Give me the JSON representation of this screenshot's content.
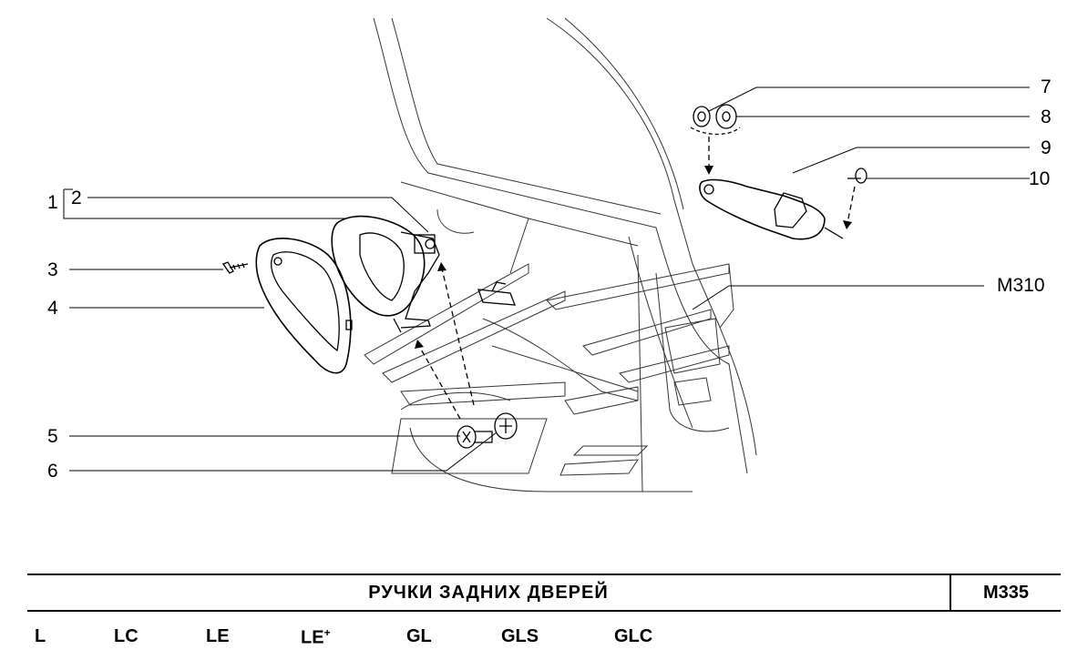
{
  "callouts": {
    "c1": "1",
    "c2": "2",
    "c3": "3",
    "c4": "4",
    "c5": "5",
    "c6": "6",
    "c7": "7",
    "c8": "8",
    "c9": "9",
    "c10": "10",
    "ref": "M310"
  },
  "title": "РУЧКИ  ЗАДНИХ  ДВЕРЕЙ",
  "code": "M335",
  "trims": [
    "L",
    "LC",
    "LE",
    "LE",
    "GL",
    "GLS",
    "GLC"
  ],
  "trim_plus": "+"
}
